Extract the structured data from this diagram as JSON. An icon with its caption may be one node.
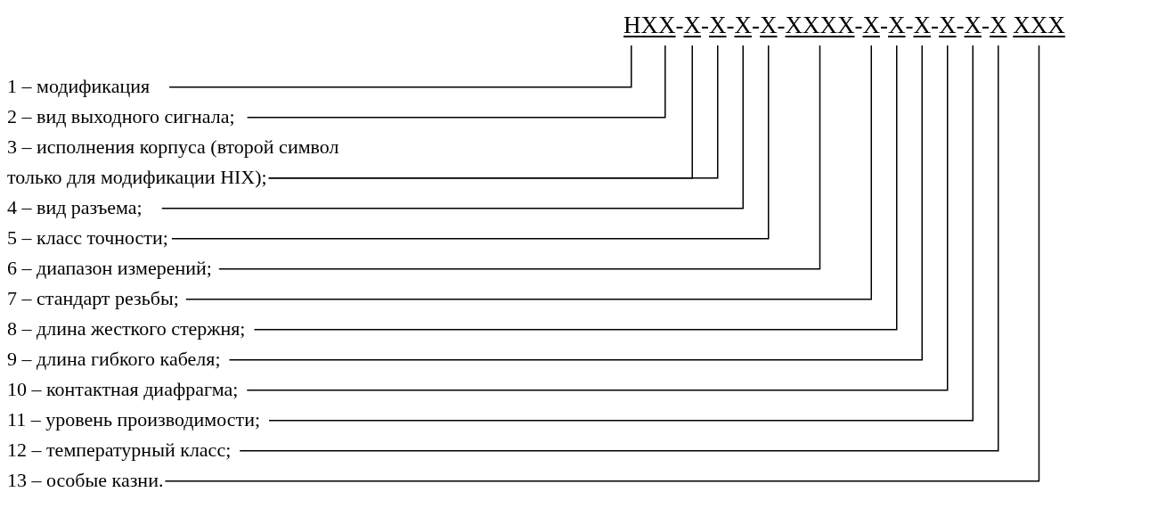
{
  "diagram": {
    "nodes": [
      {
        "text": [
          "НХХ"
        ]
      },
      {
        "text": [
          "Х"
        ]
      },
      {
        "text": [
          "Х"
        ]
      },
      {
        "text": [
          "Х"
        ]
      },
      {
        "text": [
          "Х"
        ]
      },
      {
        "text": [
          "ХХХХ"
        ]
      },
      {
        "text": [
          "Х"
        ]
      },
      {
        "text": [
          "Х"
        ]
      },
      {
        "text": [
          "Х"
        ]
      },
      {
        "text": [
          "Х"
        ]
      },
      {
        "text": [
          "Х"
        ]
      },
      {
        "text": [
          "Х"
        ]
      },
      {
        "text": [
          "ХХХ"
        ]
      },
      {
        "text": [
          "1 – модификация"
        ]
      },
      {
        "text": [
          "2 – вид выходного сигнала;"
        ]
      },
      {
        "text": [
          "3 – исполнения корпуса (второй символ только для модификации НIХ);"
        ]
      },
      {
        "text": [
          "4 – вид разъема;"
        ]
      },
      {
        "text": [
          "5 – класс точности;"
        ]
      },
      {
        "text": [
          "6 – диапазон измерений;"
        ]
      },
      {
        "text": [
          "7 – стандарт резьбы;"
        ]
      },
      {
        "text": [
          "8 – длина жесткого стержня;"
        ]
      },
      {
        "text": [
          "9 – длина гибкого кабеля;"
        ]
      },
      {
        "text": [
          "10 – контактная диафрагма;"
        ]
      },
      {
        "text": [
          "11 – уровень производимости;"
        ]
      },
      {
        "text": [
          "12 – температурный класс;"
        ]
      },
      {
        "text": [
          "13 – особые казни."
        ]
      }
    ],
    "edges": [
      {
        "from": 13,
        "to": 0,
        "arrow": "none"
      },
      {
        "from": 14,
        "to": 0,
        "arrow": "none"
      },
      {
        "from": 15,
        "to": 1,
        "arrow": "none"
      },
      {
        "from": 15,
        "to": 2,
        "arrow": "none"
      },
      {
        "from": 16,
        "to": 3,
        "arrow": "none"
      },
      {
        "from": 17,
        "to": 4,
        "arrow": "none"
      },
      {
        "from": 18,
        "to": 5,
        "arrow": "none"
      },
      {
        "from": 19,
        "to": 6,
        "arrow": "none"
      },
      {
        "from": 20,
        "to": 7,
        "arrow": "none"
      },
      {
        "from": 21,
        "to": 8,
        "arrow": "none"
      },
      {
        "from": 22,
        "to": 9,
        "arrow": "none"
      },
      {
        "from": 23,
        "to": 10,
        "arrow": "none"
      },
      {
        "from": 24,
        "to": 11,
        "arrow": "none"
      },
      {
        "from": 25,
        "to": 12,
        "arrow": "none"
      }
    ],
    "labels": [
      "-",
      "-",
      "-",
      "-",
      "-",
      "-",
      "-",
      "-",
      "-",
      "-",
      "-"
    ]
  }
}
